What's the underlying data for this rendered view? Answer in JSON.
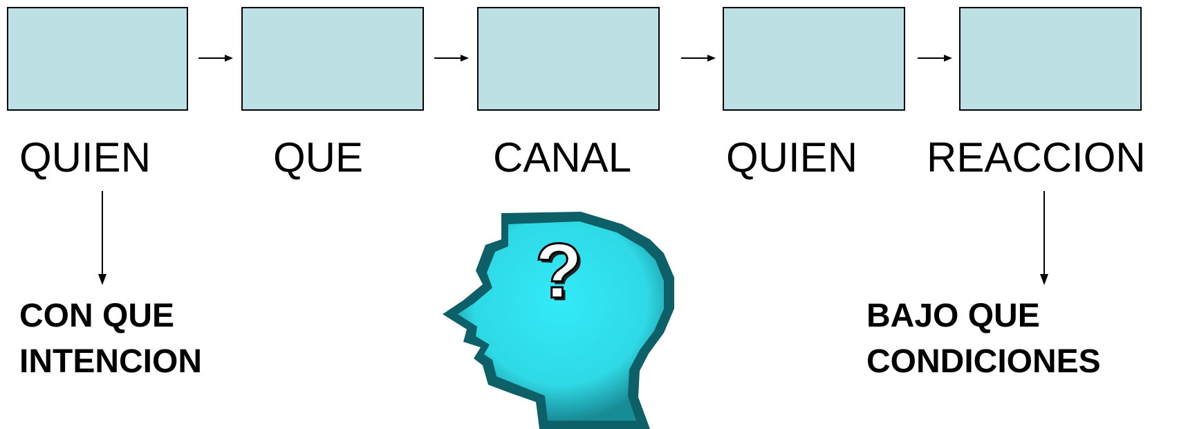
{
  "flow": {
    "steps": [
      {
        "label": "QUIEN"
      },
      {
        "label": "QUE"
      },
      {
        "label": "CANAL"
      },
      {
        "label": "QUIEN"
      },
      {
        "label": "REACCION"
      }
    ]
  },
  "notes": {
    "left": {
      "line1": "CON QUE",
      "line2": "INTENCION"
    },
    "right": {
      "line1": "BAJO QUE",
      "line2": "CONDICIONES"
    }
  },
  "head": {
    "icon": "head-question-icon",
    "symbol": "?",
    "fill_color": "#33eaf7",
    "shadow_color": "#0d5f68"
  },
  "colors": {
    "box_fill": "#bde0e5",
    "line": "#000000"
  }
}
